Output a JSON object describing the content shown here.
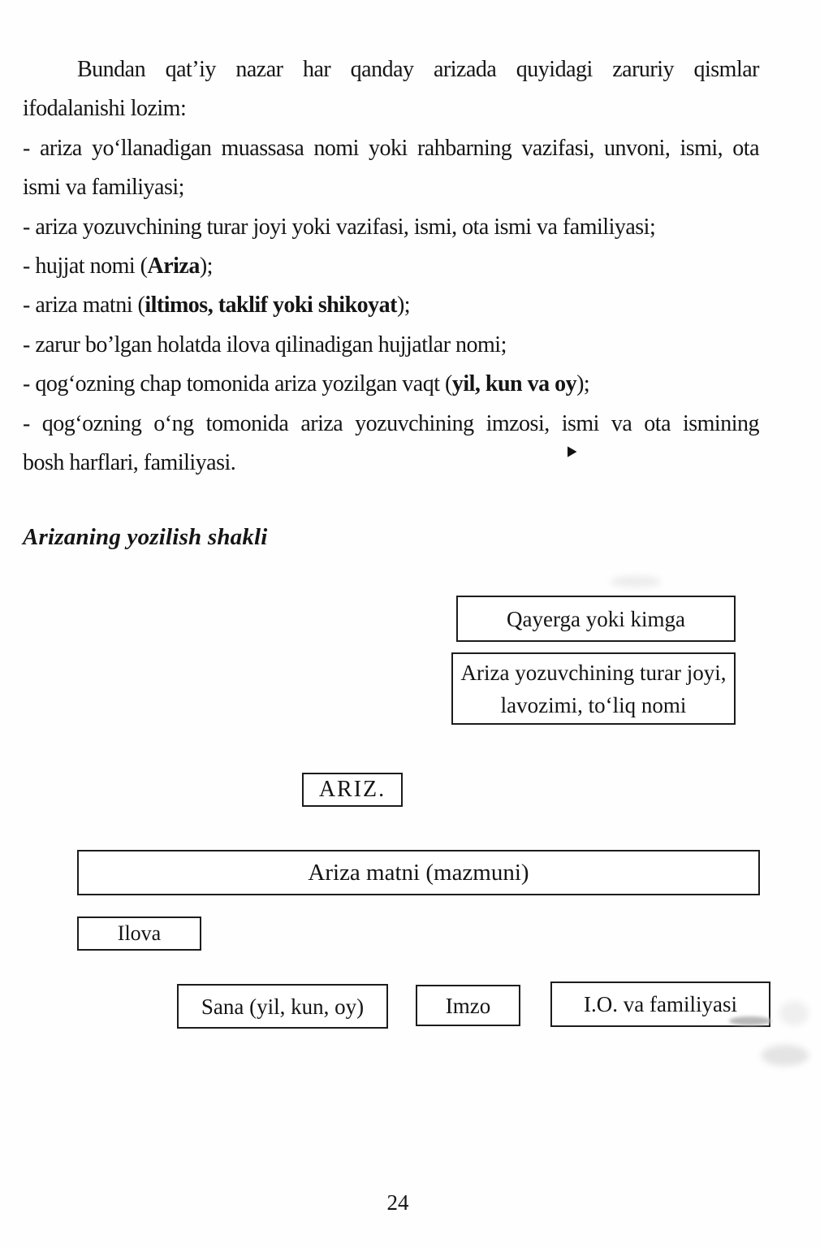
{
  "page": {
    "number": "24"
  },
  "body": {
    "lines": [
      {
        "text": "Bundan qat’iy nazar har qanday arizada quyidagi zaruriy qismlar"
      },
      {
        "text": "ifodalanishi lozim:"
      },
      {
        "text": "- ariza yo‘llanadigan muassasa nomi yoki rahbarning vazifasi, unvoni, ismi, ota"
      },
      {
        "text": "ismi va familiyasi;"
      },
      {
        "text": "- ariza yozuvchining turar joyi yoki vazifasi, ismi, ota ismi va familiyasi;"
      },
      {
        "pre": "- hujjat nomi (",
        "bold": "Ariza",
        "post": ");"
      },
      {
        "pre": "- ariza matni (",
        "bold": "iltimos, taklif yoki shikoyat",
        "post": ");"
      },
      {
        "text": "- zarur bo’lgan holatda ilova qilinadigan hujjatlar nomi;"
      },
      {
        "pre": "- qog‘ozning chap tomonida ariza yozilgan vaqt (",
        "bold": "yil, kun va oy",
        "post": ");"
      },
      {
        "text": "- qog‘ozning o‘ng tomonida ariza yozuvchining imzosi, ismi va ota ismining"
      },
      {
        "text": "bosh harflari, familiyasi."
      }
    ],
    "stray_mark": "▶",
    "heading": "Arizaning yozilish shakli"
  },
  "diagram": {
    "addressee": "Qayerga yoki kimga",
    "writer_line1": "Ariza yozuvchining turar joyi,",
    "writer_line2": "lavozimi, to‘liq nomi",
    "title": "ARIZ.",
    "body": "Ariza matni (mazmuni)",
    "attachment": "Ilova",
    "date": "Sana (yil, kun, oy)",
    "signature": "Imzo",
    "name": "I.O. va familiyasi"
  }
}
